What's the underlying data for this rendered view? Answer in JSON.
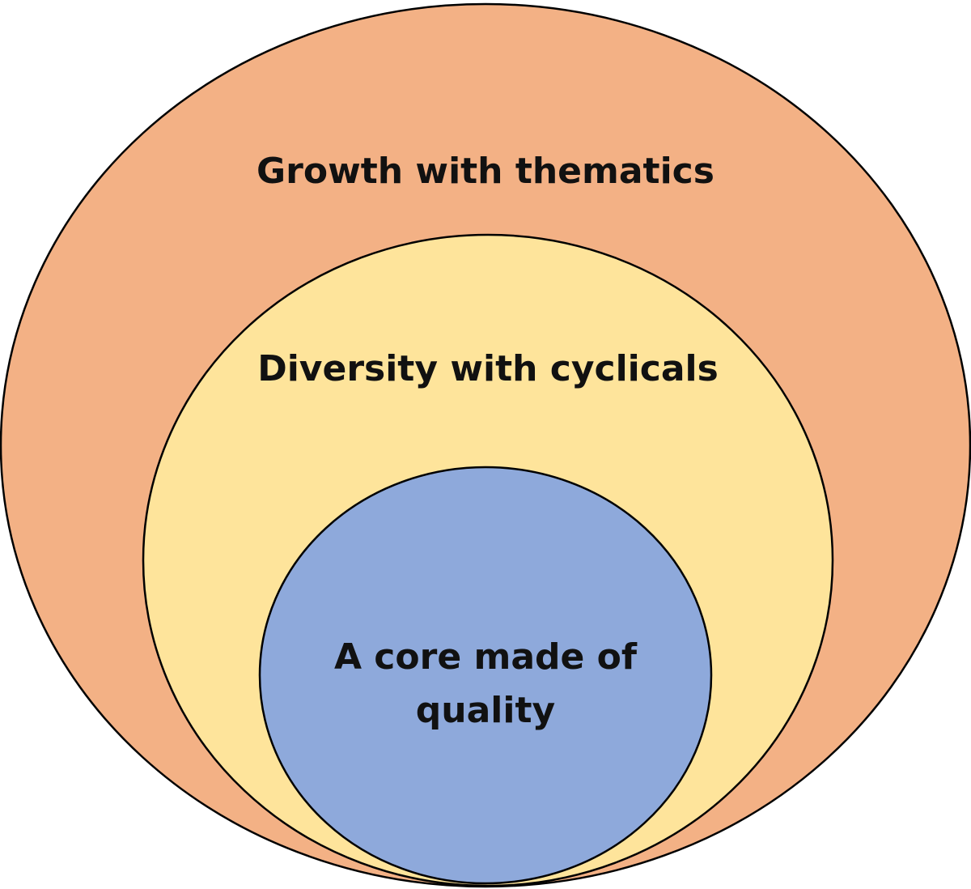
{
  "diagram": {
    "outer": {
      "label": "Growth with thematics",
      "color": "#F3B185"
    },
    "middle": {
      "label": "Diversity with cyclicals",
      "color": "#FEE49B"
    },
    "inner": {
      "label_lines": [
        "A core made of",
        "quality"
      ],
      "color": "#8EA9DB"
    },
    "stroke_color": "#000000"
  }
}
